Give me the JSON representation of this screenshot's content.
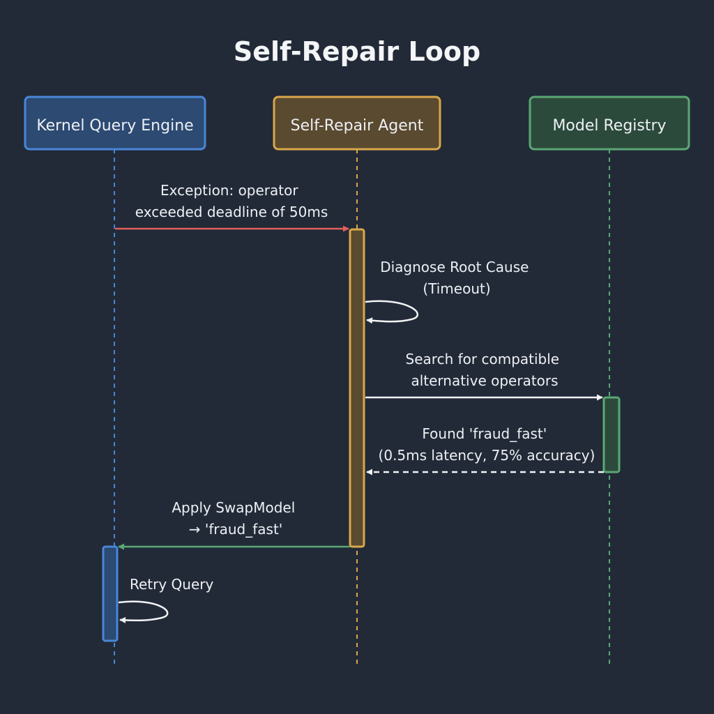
{
  "title": "Self-Repair Loop",
  "colors": {
    "background": "#222a38",
    "blue": "#4a86d8",
    "blue_fill": "#2c4a72",
    "gold": "#d9a84a",
    "gold_fill": "#5a4a30",
    "green": "#5aa874",
    "green_fill": "#2c4a3c",
    "red": "#e0605a",
    "white": "#f2f3f5",
    "text": "#eef0f4"
  },
  "participants": [
    {
      "id": "kernel",
      "label": "Kernel Query Engine",
      "color": "blue"
    },
    {
      "id": "agent",
      "label": "Self-Repair Agent",
      "color": "gold"
    },
    {
      "id": "registry",
      "label": "Model Registry",
      "color": "green"
    }
  ],
  "messages": [
    {
      "id": "exception",
      "from": "kernel",
      "to": "agent",
      "style": "solid",
      "color": "red",
      "lines": [
        "Exception: operator",
        "exceeded deadline of 50ms"
      ]
    },
    {
      "id": "diagnose",
      "from": "agent",
      "to": "agent",
      "style": "self",
      "color": "white",
      "lines": [
        "Diagnose Root Cause",
        "(Timeout)"
      ]
    },
    {
      "id": "search",
      "from": "agent",
      "to": "registry",
      "style": "solid",
      "color": "white",
      "lines": [
        "Search for compatible",
        "alternative operators"
      ]
    },
    {
      "id": "found",
      "from": "registry",
      "to": "agent",
      "style": "dashed",
      "color": "white",
      "lines": [
        "Found 'fraud_fast'",
        "(0.5ms latency, 75% accuracy)"
      ]
    },
    {
      "id": "apply",
      "from": "agent",
      "to": "kernel",
      "style": "solid",
      "color": "green",
      "lines": [
        "Apply SwapModel",
        "→ 'fraud_fast'"
      ]
    },
    {
      "id": "retry",
      "from": "kernel",
      "to": "kernel",
      "style": "self",
      "color": "white",
      "lines": [
        "Retry Query"
      ]
    }
  ]
}
